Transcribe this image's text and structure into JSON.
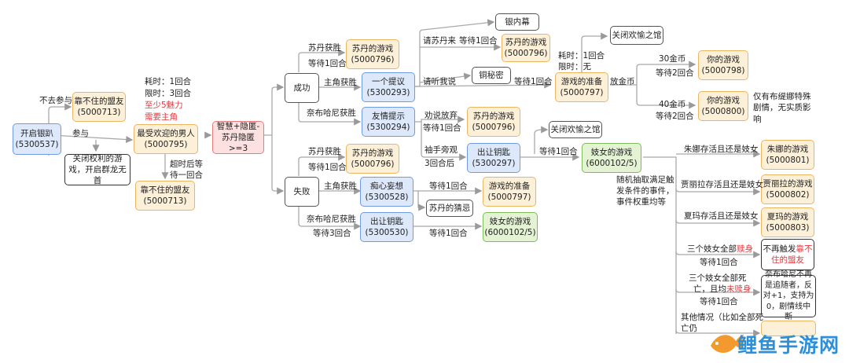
{
  "nodes": {
    "start": {
      "title": "开启银趴",
      "code": "(5300537)"
    },
    "unreliable_ally_1": {
      "title": "靠不住的盟友",
      "code": "(5000713)"
    },
    "popular_man": {
      "title": "最受欢迎的男人",
      "code": "(5000795)"
    },
    "close_game_text": "关闭权利的游戏，开启群龙无首",
    "unreliable_ally_2": {
      "title": "靠不住的盟友",
      "code": "(5000713)"
    },
    "condition": "智慧+隐匿-苏丹隐匿>=3",
    "success": "成功",
    "failure": "失败",
    "sultan_game_1": {
      "title": "苏丹的游戏",
      "code": "(5000796)"
    },
    "a_suggestion": {
      "title": "一个提议",
      "code": "(5300293)"
    },
    "friendly_hint": {
      "title": "友情提示",
      "code": "(5300294)"
    },
    "silver_curtain": "银内幕",
    "sultan_game_2": {
      "title": "苏丹的游戏",
      "code": "(5000796)"
    },
    "bronze_secret": "铜秘密",
    "game_prep_1": {
      "title": "游戏的准备",
      "code": "(5000797)"
    },
    "close_pleasure_hall_1": "关闭欢愉之馆",
    "your_game_1": {
      "title": "你的游戏",
      "code": "(5000798)"
    },
    "your_game_2": {
      "title": "你的游戏",
      "code": "(5000800)"
    },
    "only_bruna_text": "仅有布缇娜特殊剧情，无实质影响",
    "sultan_game_3": {
      "title": "苏丹的游戏",
      "code": "(5000796)"
    },
    "hand_over_key_1": {
      "title": "出让钥匙",
      "code": "(5300297)"
    },
    "close_pleasure_hall_2": "关闭欢愉之馆",
    "courtesan_game_1": {
      "title": "妓女的游戏",
      "code": "(6000102/5)"
    },
    "sultan_game_4": {
      "title": "苏丹的游戏",
      "code": "(5000796)"
    },
    "infatuation": {
      "title": "痴心妄想",
      "code": "(5300528)"
    },
    "game_prep_2": {
      "title": "游戏的准备",
      "code": "(5000797)"
    },
    "sultan_guess": "苏丹的猜忌",
    "hand_over_key_2": {
      "title": "出让钥匙",
      "code": "(5300530)"
    },
    "courtesan_game_2": {
      "title": "妓女的游戏",
      "code": "(6000102/5)"
    },
    "zhuna_game": {
      "title": "朱娜的游戏",
      "code": "(5000801)"
    },
    "jiali_game": {
      "title": "贾丽拉的游戏",
      "code": "(5000802)"
    },
    "xiama_game": {
      "title": "夏玛的游戏",
      "code": "(5000803)"
    },
    "no_trigger": {
      "plain": "不再触发",
      "hl": "靠不",
      "tail": "住的盟友"
    },
    "nabuhani_text": "奈布哈尼不再是追随者，反对+1，支持为0，剧情线中断"
  },
  "labels": {
    "no_join": "不去参与",
    "join": "参与",
    "time_cost": "耗时：1回合",
    "time_limit": "限时：3回合",
    "charm_req": "至少5魅力",
    "need_master": "需要主角",
    "timeout_wait": "超时后等",
    "timeout_wait2": "待一回合",
    "sultan_win_1": "苏丹获胜",
    "wait1_a": "等待1回合",
    "hero_win_1": "主角获胜",
    "nabuhani_win_1": "奈布哈尼获胜",
    "invite_sultan": "请苏丹来",
    "wait1_b": "等待1回合",
    "invite_me": "请听我说",
    "wait1_c": "等待1回合",
    "time_cost_2": "耗时：1回合",
    "time_limit_2": "限时：无",
    "gold_place": "放金币",
    "gold_30": "30金币",
    "wait2_a": "等待2回合",
    "gold_40": "40金币",
    "wait2_b": "等待2回合",
    "persuade_quit": "劝说放弃",
    "wait1_d": "等待1回合",
    "stand_by": "袖手旁观",
    "after_3": "3回合后",
    "wait1_e": "等待1回合",
    "random_event": "随机抽取满足触",
    "random_event_2": "发条件的事件，",
    "random_event_3": "事件权重均等",
    "sultan_win_2": "苏丹获胜",
    "wait1_f": "等待1回合",
    "hero_win_2": "主角获胜",
    "wait1_g": "等待1回合",
    "nabuhani_win_2": "奈布哈尼获胜",
    "wait3": "等待3回合",
    "wait1_h": "等待1回合",
    "zhuna_alive": "朱娜存活且还是妓女",
    "jiali_alive": "贾丽拉存活且还是妓女",
    "xiama_alive": "夏玛存活且还是妓女",
    "three_redeemed_a": "三个妓女全部",
    "three_redeemed_b": "赎身",
    "wait1_i": "等待1回合",
    "three_dead_a": "三个妓女全部死",
    "three_dead_b": "亡，且均",
    "three_dead_c": "未赎身",
    "wait1_j": "等待1回合",
    "other_a": "其他情况（比如全部死",
    "other_b": "亡仍"
  },
  "watermark": {
    "text": "鲤鱼手游网"
  },
  "colors": {
    "blue_border": "#6e9be3",
    "orange_border": "#ebb662",
    "green_border": "#7fbb58",
    "red_border": "#e77b7b",
    "highlight_text": "#e0393e",
    "line": "#a9a9a9",
    "watermark": "#2f8fd6"
  }
}
